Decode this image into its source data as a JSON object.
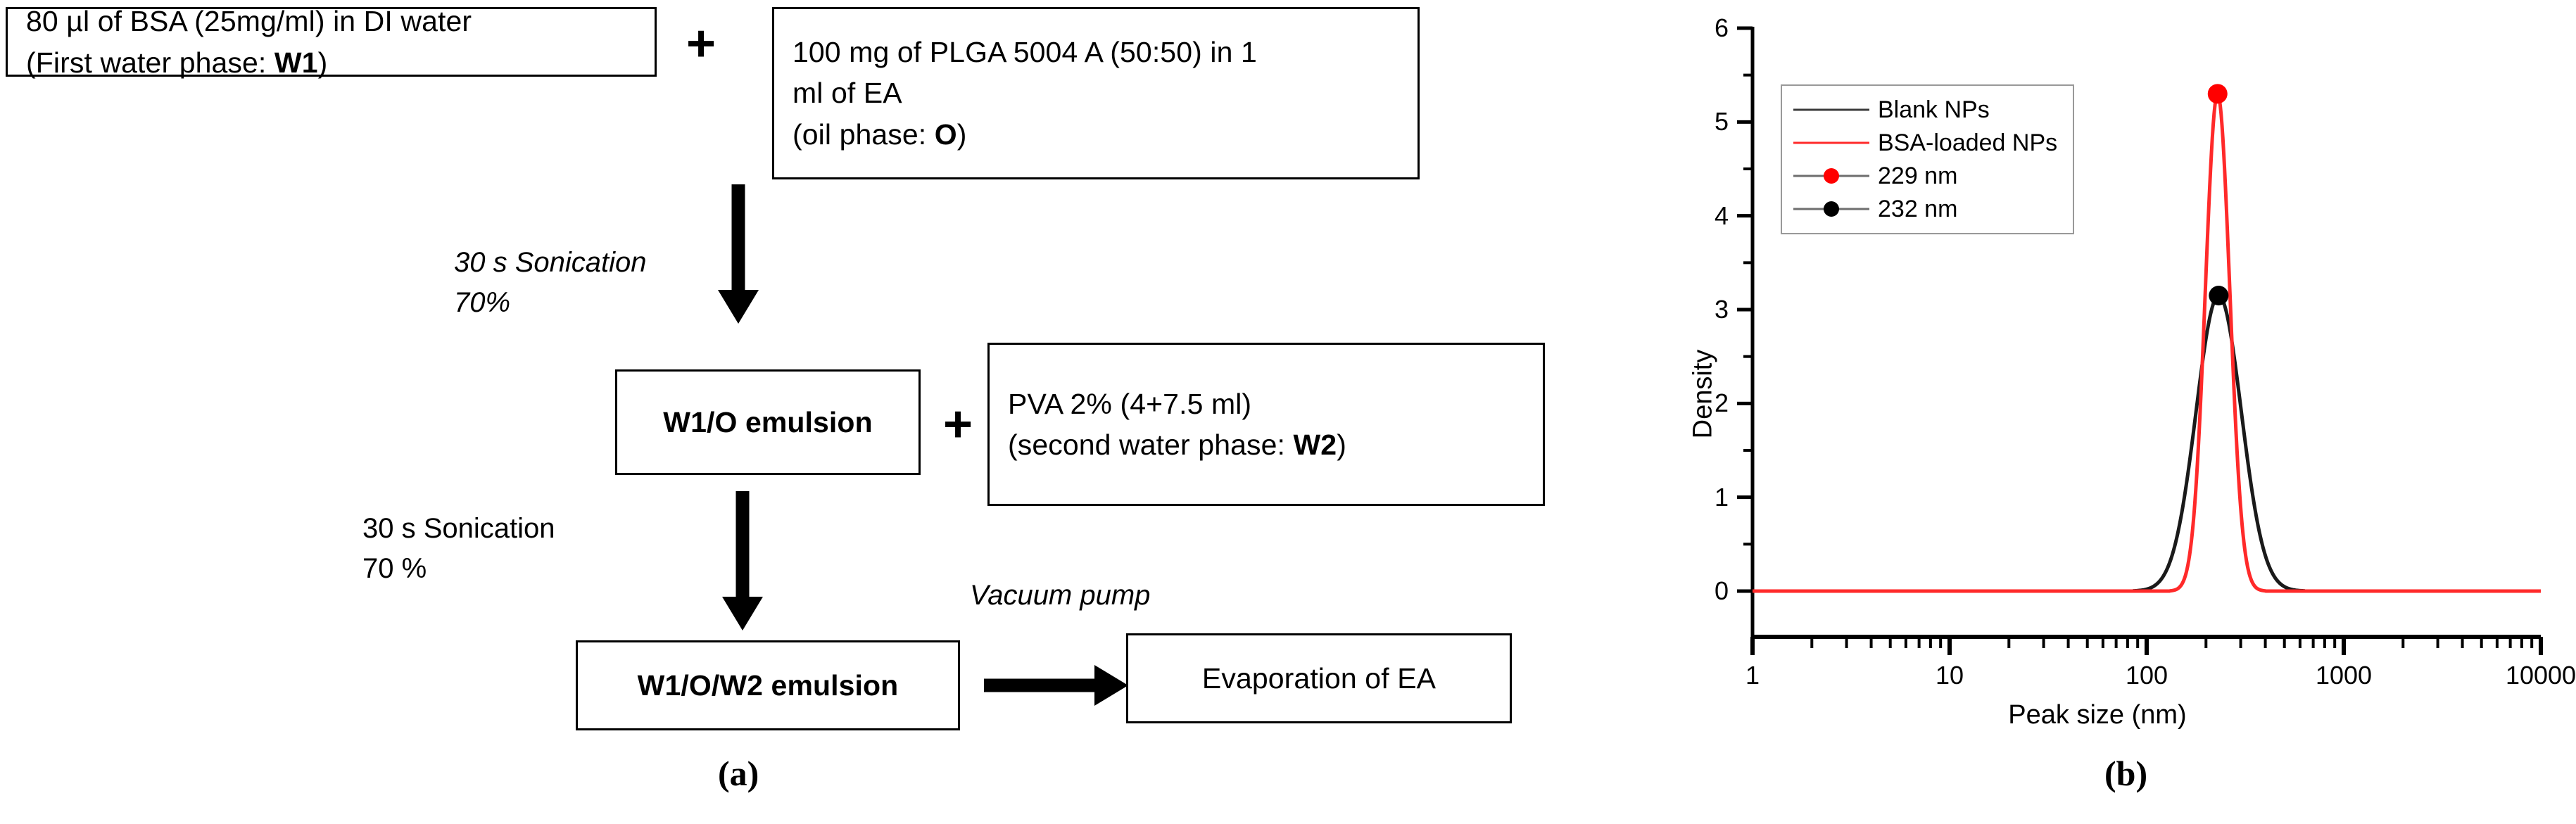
{
  "figure": {
    "panel_a_caption": "(a)",
    "panel_b_caption": "(b)"
  },
  "flow": {
    "boxes": {
      "w1": {
        "line1": "80 µl of BSA (25mg/ml) in DI water",
        "line2_pre": "(First water phase: ",
        "line2_bold": "W1",
        "line2_post": ")"
      },
      "oil": {
        "line1": "100 mg of PLGA 5004 A (50:50) in 1",
        "line2": "ml of EA",
        "line3_pre": "(oil phase: ",
        "line3_bold": "O",
        "line3_post": ")"
      },
      "w1o": {
        "label": "W1/O emulsion"
      },
      "pva": {
        "line1": "PVA 2% (4+7.5 ml)",
        "line2_pre": "(second water phase: ",
        "line2_bold": "W2",
        "line2_post": ")"
      },
      "w1ow2": {
        "label": "W1/O/W2 emulsion"
      },
      "evap": {
        "label": "Evaporation of EA"
      }
    },
    "operators": {
      "plus_top": "+",
      "plus_mid": "+"
    },
    "annotations": {
      "sonication_1": "30 s Sonication\n70%",
      "sonication_2": "30 s Sonication\n70 %",
      "vacuum_pump": "Vacuum pump"
    }
  },
  "chart_data": {
    "type": "line",
    "title": "",
    "xlabel": "Peak size (nm)",
    "ylabel": "Density",
    "xscale": "log",
    "xlim": [
      1,
      10000
    ],
    "ylim": [
      0,
      6
    ],
    "xticks": [
      1,
      10,
      100,
      1000,
      10000
    ],
    "xtick_labels": [
      "1",
      "10",
      "100",
      "1000",
      "10000"
    ],
    "yticks": [
      0,
      1,
      2,
      3,
      4,
      5,
      6
    ],
    "ytick_labels": [
      "0",
      "1",
      "2",
      "3",
      "4",
      "5",
      "6"
    ],
    "yminor_ticks": [
      0.5,
      1.5,
      2.5,
      3.5,
      4.5,
      5.5
    ],
    "grid": false,
    "legend_position": "upper-left-inside",
    "legend": [
      {
        "label": "Blank NPs",
        "type": "line",
        "color": "#3b3b3b"
      },
      {
        "label": "BSA-loaded NPs",
        "type": "line",
        "color": "#ff2a2a"
      },
      {
        "label": "229 nm",
        "type": "line-marker",
        "color": "#6e6e6e",
        "marker_color": "#ff0000"
      },
      {
        "label": "232 nm",
        "type": "line-marker",
        "color": "#6e6e6e",
        "marker_color": "#000000"
      }
    ],
    "series": [
      {
        "name": "Blank NPs",
        "color": "#1a1a1a",
        "peak_x": 232,
        "peak_y": 3.15,
        "log_sigma": 0.115,
        "marker": {
          "x": 232,
          "y": 3.15,
          "color": "#000000",
          "label": "232 nm"
        }
      },
      {
        "name": "BSA-loaded NPs",
        "color": "#ff2a2a",
        "peak_x": 229,
        "peak_y": 5.3,
        "log_sigma": 0.062,
        "marker": {
          "x": 229,
          "y": 5.3,
          "color": "#ff0000",
          "label": "229 nm"
        }
      }
    ],
    "annotations": [
      {
        "text": "229 nm",
        "value": 229,
        "series": "BSA-loaded NPs"
      },
      {
        "text": "232 nm",
        "value": 232,
        "series": "Blank NPs"
      }
    ]
  }
}
